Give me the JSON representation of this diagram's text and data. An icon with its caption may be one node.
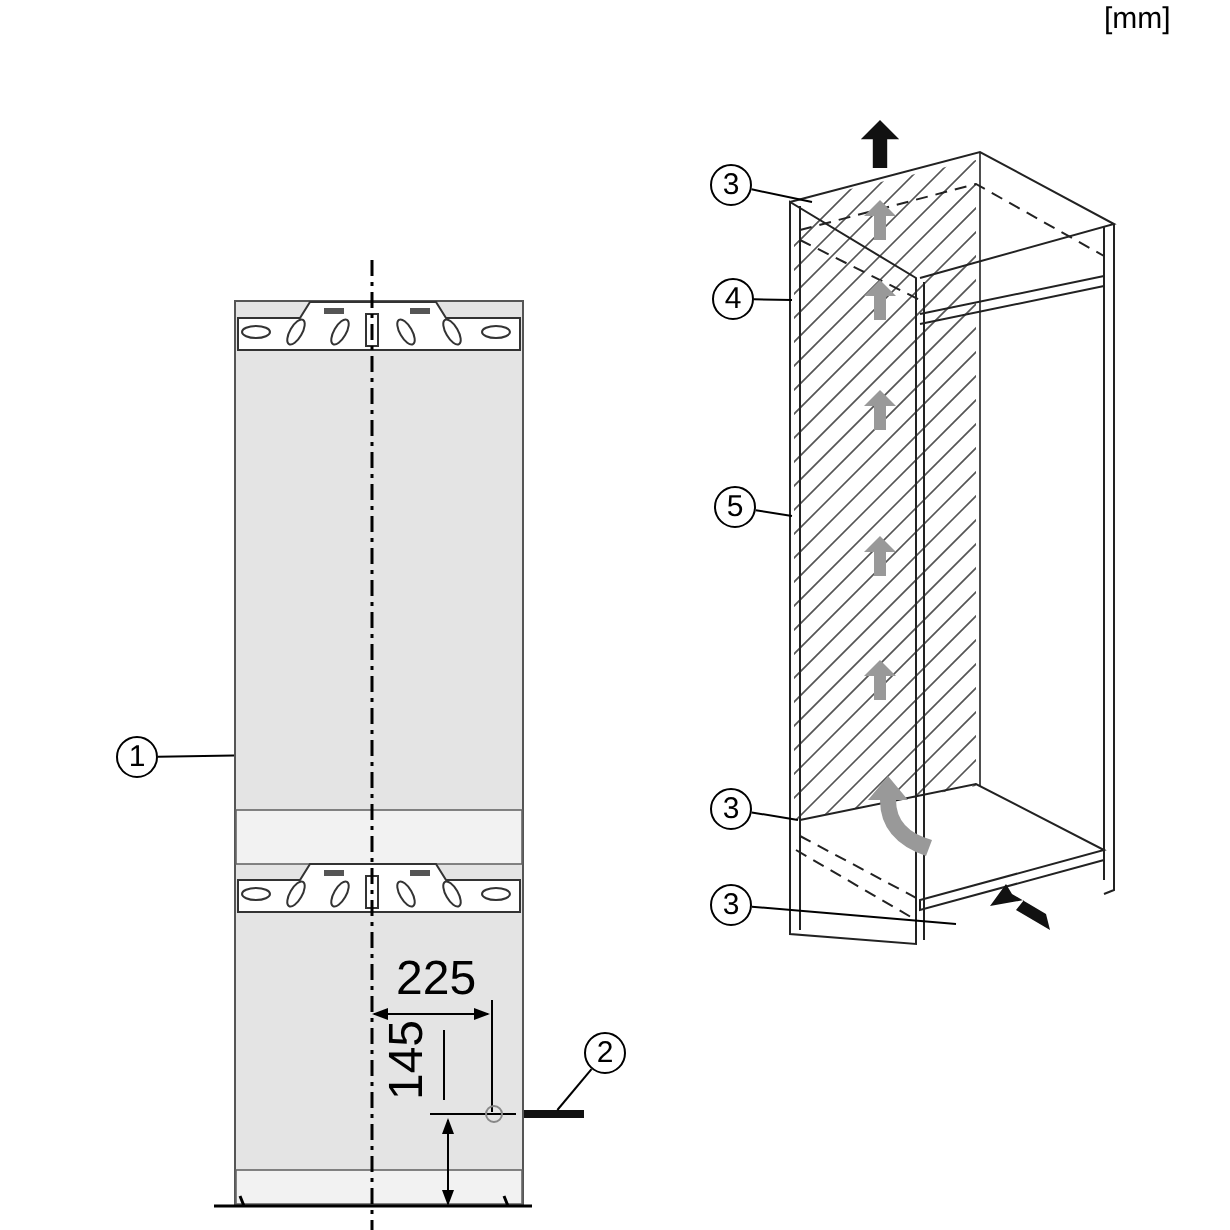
{
  "diagram": {
    "nodes": [
      {
        "text": [
          "1"
        ]
      },
      {
        "text": [],
        "shape": "box"
      },
      {
        "text": [
          "2"
        ]
      },
      {
        "text": [
          "3"
        ]
      },
      {
        "text": [
          "4"
        ]
      },
      {
        "text": [
          "5"
        ]
      },
      {
        "text": [
          "3"
        ]
      },
      {
        "text": [
          "3"
        ]
      },
      {
        "text": [],
        "shape": "bar"
      }
    ],
    "edges": [
      {
        "from": 0,
        "to": 1,
        "arrow": "none"
      },
      {
        "from": 2,
        "to": 8,
        "arrow": "none"
      },
      {
        "from": 3,
        "to": null,
        "arrow": "none"
      },
      {
        "from": 4,
        "to": null,
        "arrow": "none"
      },
      {
        "from": 5,
        "to": null,
        "arrow": "none"
      },
      {
        "from": 6,
        "to": null,
        "arrow": "none"
      },
      {
        "from": 7,
        "to": null,
        "arrow": "none"
      }
    ],
    "labels": [
      "[mm]",
      "225",
      "145"
    ]
  }
}
